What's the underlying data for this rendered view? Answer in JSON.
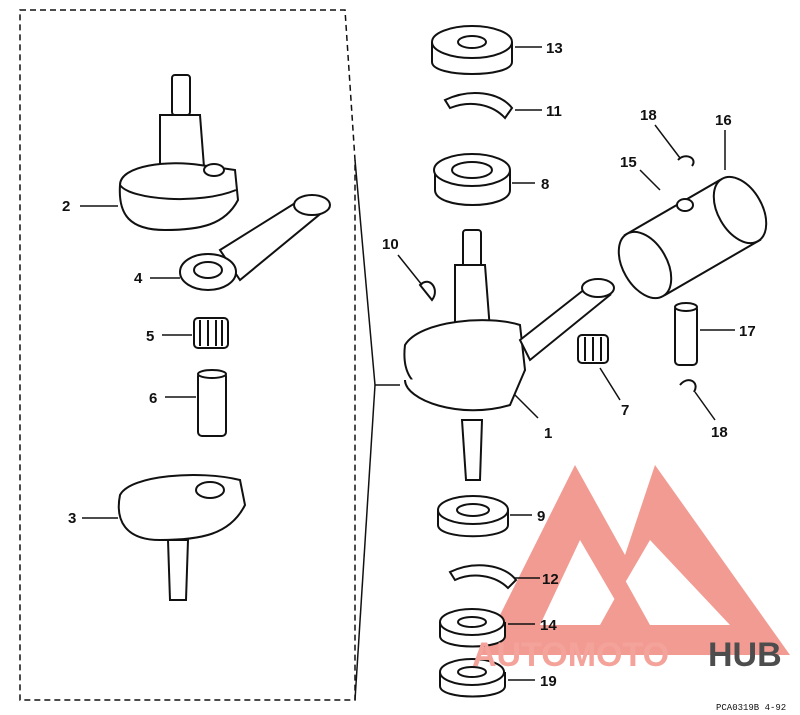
{
  "diagram": {
    "callouts": {
      "n1": "1",
      "n2": "2",
      "n3": "3",
      "n4": "4",
      "n5": "5",
      "n6": "6",
      "n7": "7",
      "n8": "8",
      "n9": "9",
      "n10": "10",
      "n11": "11",
      "n12": "12",
      "n13": "13",
      "n14": "14",
      "n15": "15",
      "n16": "16",
      "n17": "17",
      "n18a": "18",
      "n18b": "18",
      "n19": "19"
    },
    "drawing_code": "PCA0319B  4-92"
  },
  "watermark": {
    "brand_part1": "AUTOMOTO",
    "brand_part2": "HUB",
    "colors": {
      "logo": "#f08a80",
      "text_light": "#f4a39b",
      "text_dark": "#4d4d4d"
    }
  }
}
